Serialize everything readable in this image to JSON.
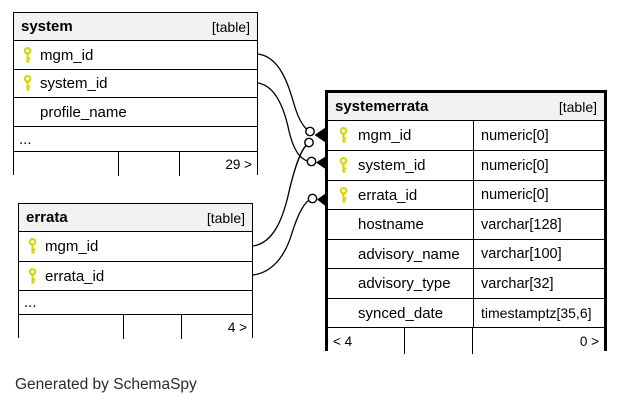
{
  "caption": "Generated by SchemaSpy",
  "colors": {
    "key_icon": "#d6d400",
    "header_bg": "#f2f2f2",
    "border": "#000000",
    "caption_text": "#2b2b2b"
  },
  "tables": {
    "system": {
      "name": "system",
      "badge": "[table]",
      "columns": [
        {
          "name": "mgm_id",
          "key": true
        },
        {
          "name": "system_id",
          "key": true
        },
        {
          "name": "profile_name",
          "key": false
        }
      ],
      "ellipsis": "...",
      "footer": {
        "left": "",
        "mid": "",
        "right": "29 >"
      }
    },
    "errata": {
      "name": "errata",
      "badge": "[table]",
      "columns": [
        {
          "name": "mgm_id",
          "key": true
        },
        {
          "name": "errata_id",
          "key": true
        }
      ],
      "ellipsis": "...",
      "footer": {
        "left": "",
        "mid": "",
        "right": "4 >"
      }
    },
    "systemerrata": {
      "name": "systemerrata",
      "badge": "[table]",
      "columns": [
        {
          "name": "mgm_id",
          "type": "numeric[0]",
          "key": true
        },
        {
          "name": "system_id",
          "type": "numeric[0]",
          "key": true
        },
        {
          "name": "errata_id",
          "type": "numeric[0]",
          "key": true
        },
        {
          "name": "hostname",
          "type": "varchar[128]",
          "key": false
        },
        {
          "name": "advisory_name",
          "type": "varchar[100]",
          "key": false
        },
        {
          "name": "advisory_type",
          "type": "varchar[32]",
          "key": false
        },
        {
          "name": "synced_date",
          "type": "timestamptz[35,6]",
          "key": false
        }
      ],
      "footer": {
        "left": "< 4",
        "mid": "",
        "right": "0 >"
      }
    }
  },
  "relationships": [
    {
      "from": "system.mgm_id",
      "to": "systemerrata.mgm_id"
    },
    {
      "from": "system.system_id",
      "to": "systemerrata.system_id"
    },
    {
      "from": "errata.mgm_id",
      "to": "systemerrata.mgm_id"
    },
    {
      "from": "errata.errata_id",
      "to": "systemerrata.errata_id"
    }
  ]
}
